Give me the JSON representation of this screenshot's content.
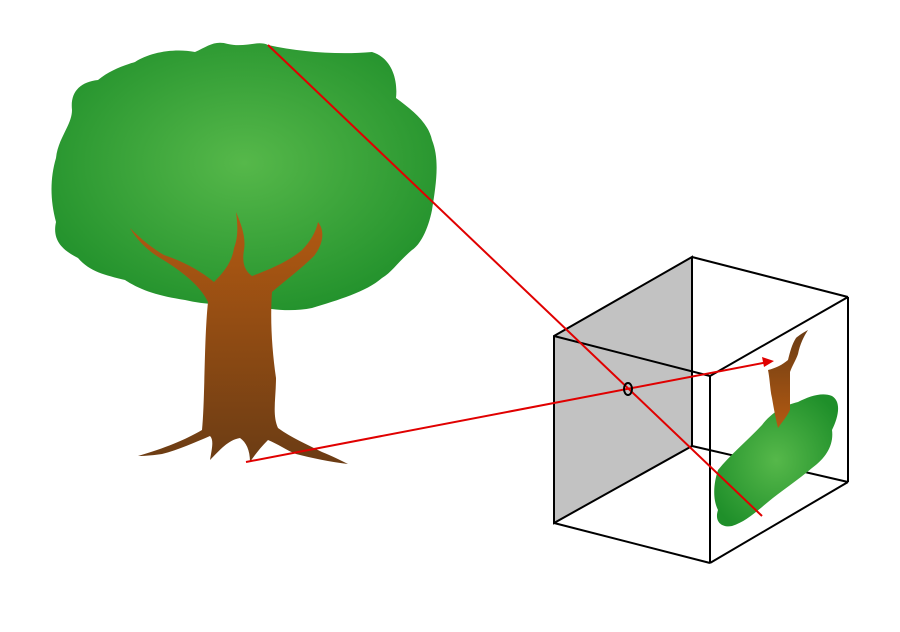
{
  "diagram": {
    "subject": "pinhole-camera",
    "parts": [
      "tree",
      "camera-box",
      "pinhole",
      "light-rays",
      "projected-image"
    ],
    "colors": {
      "foliage_center": "#56b84a",
      "foliage_edge": "#1f8f2a",
      "trunk_top": "#b35a12",
      "trunk_bottom": "#6b3c14",
      "ray": "#e00000",
      "box_front_face": "#c2c2c2",
      "box_edge": "#000000",
      "background": "#ffffff"
    }
  }
}
